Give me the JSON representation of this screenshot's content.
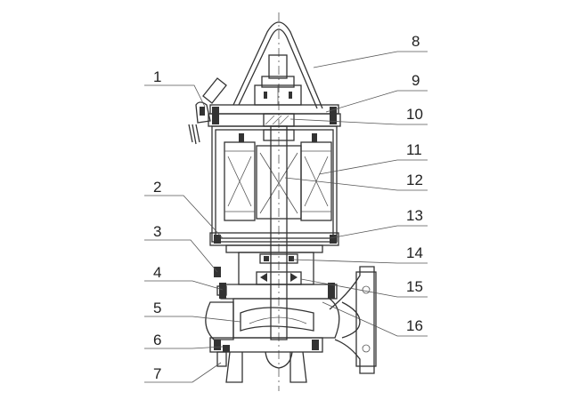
{
  "diagram": {
    "labels": {
      "left": [
        "1",
        "2",
        "3",
        "4",
        "5",
        "6",
        "7"
      ],
      "right": [
        "8",
        "9",
        "10",
        "11",
        "12",
        "13",
        "14",
        "15",
        "16"
      ]
    }
  }
}
